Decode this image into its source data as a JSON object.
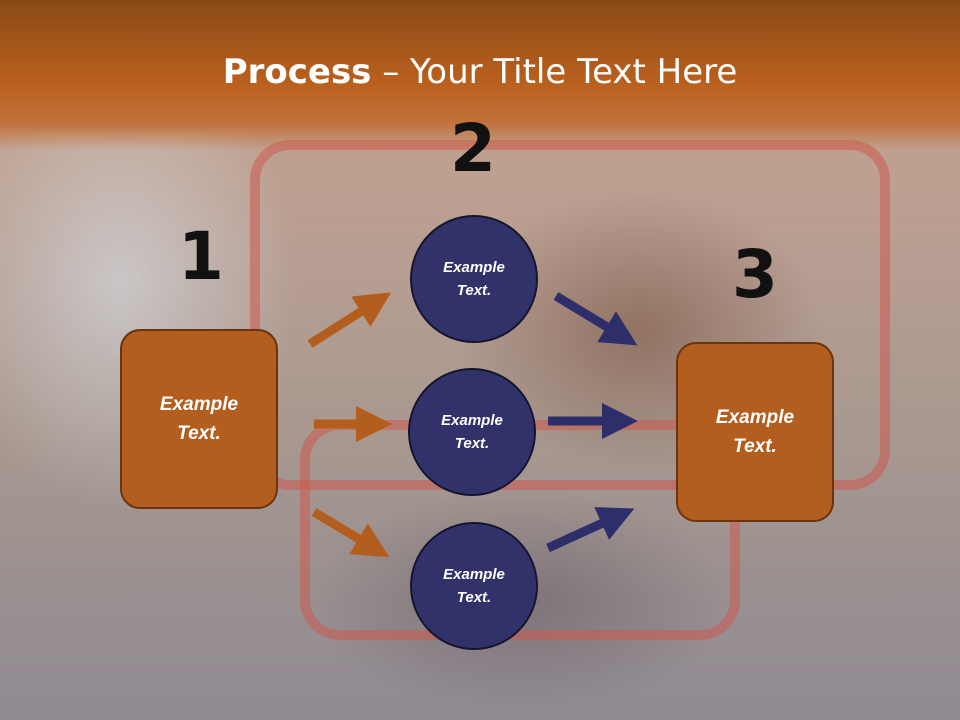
{
  "slide": {
    "title_bold": "Process",
    "title_rest": " – Your Title Text Here"
  },
  "steps": {
    "one": "1",
    "two": "2",
    "three": "3"
  },
  "boxes": {
    "left": "Example\nText.",
    "right": "Example\nText."
  },
  "circles": [
    {
      "label": "Example\nText."
    },
    {
      "label": "Example\nText."
    },
    {
      "label": "Example\nText."
    }
  ],
  "colors": {
    "accent_orange": "#b35e1f",
    "accent_navy": "#32326b",
    "title_band": "#b9601e"
  }
}
